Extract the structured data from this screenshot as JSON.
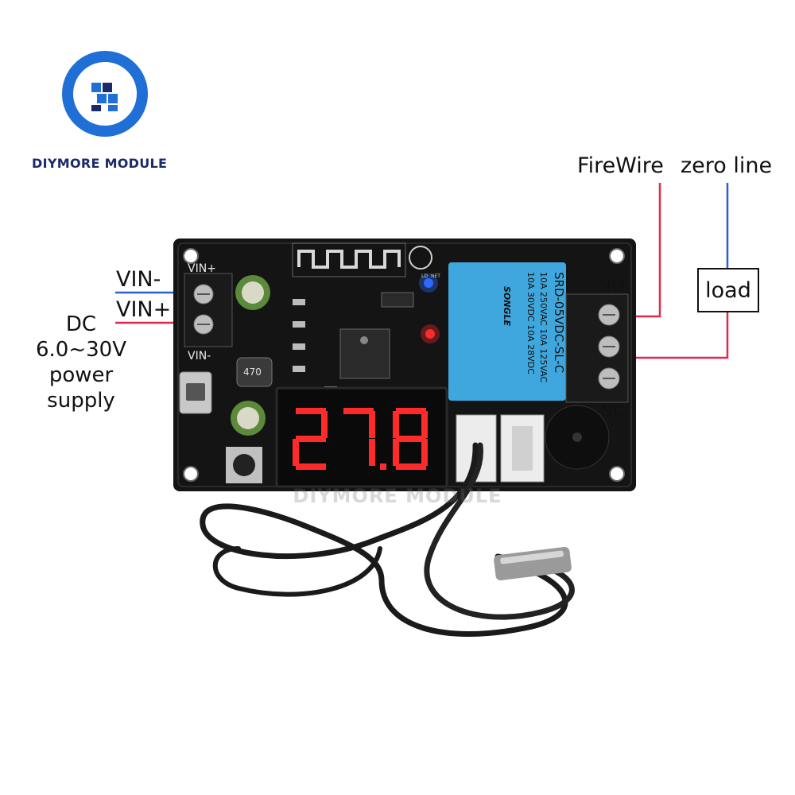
{
  "brand": {
    "name": "DIYMORE MODULE",
    "logo_icon": "diymore-logo-icon",
    "colors": {
      "logo_blue": "#1f6fd6",
      "logo_dark": "#1b2a6b"
    }
  },
  "labels": {
    "vin_minus": "VIN-",
    "vin_plus": "VIN+",
    "power_supply_lines": [
      "DC",
      "6.0~30V",
      "power",
      "supply"
    ],
    "firewire": "FireWire",
    "zero_line": "zero line",
    "load": "load",
    "no": "NO",
    "nc": "NC"
  },
  "board": {
    "silkscreen_vin_plus": "VIN+",
    "silkscreen_vin_minus": "VIN-",
    "inductor_code": "470",
    "display_reading": "27.8",
    "watermark": "DIYMORE MODULE",
    "led_labels": [
      "LD",
      "NET"
    ],
    "relay": {
      "brand": "SONGLE",
      "model": "SRD-05VDC-SL-C",
      "ratings_line1": "10A 250VAC  10A 125VAC",
      "ratings_line2": "10A 30VDC  10A 28VDC"
    },
    "colors": {
      "pcb": "#141414",
      "relay": "#3fa7dd",
      "display_segments": "#ff2a2a",
      "wire_red": "#e0284a",
      "wire_blue": "#2a5fd8"
    }
  }
}
